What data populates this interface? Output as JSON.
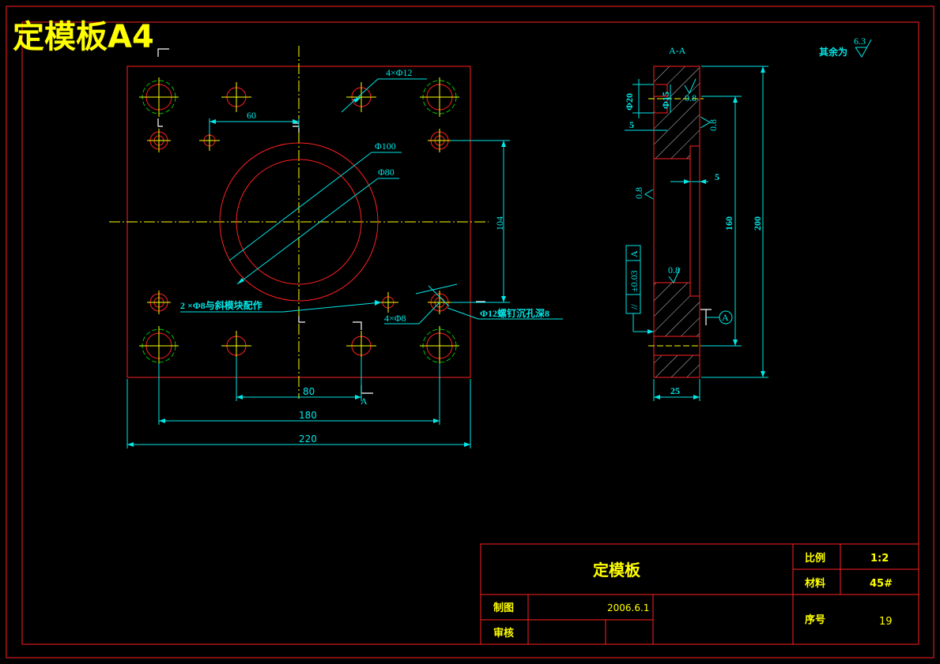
{
  "header": {
    "big_title": "定模板A4"
  },
  "front_view": {
    "dims": {
      "d60": "60",
      "d104": "104",
      "d80": "80",
      "d180": "180",
      "d220": "220"
    },
    "callouts": {
      "holes_4x12": "4×Φ12",
      "phi100": "Φ100",
      "phi80": "Φ80",
      "phi8_pair": "2 ×Φ8与斜模块配作",
      "holes_4x8": "4×Φ8",
      "screw_counterbore": "Φ12螺钉沉孔深8"
    },
    "section_marks": {
      "a_bottom": "A"
    }
  },
  "section_view": {
    "title": "A-A",
    "dims": {
      "phi20": "Φ20",
      "phi15": "Φ15",
      "d5_left": "5",
      "d5_right": "5",
      "d160": "160",
      "d200": "200",
      "d25": "25"
    },
    "roughness": {
      "r1": "0.8",
      "r2": "0.8",
      "r3": "0.8",
      "r4": "0.8"
    },
    "tolerance": {
      "symbol": "//",
      "value": "±0.03",
      "datum": "A"
    },
    "datum_label": "A"
  },
  "surface_note": {
    "label": "其余为",
    "value": "6.3"
  },
  "title_block": {
    "part_name": "定模板",
    "scale_label": "比例",
    "scale_value": "1:2",
    "material_label": "材料",
    "material_value": "45#",
    "drawn_label": "制图",
    "drawn_date": "2006.6.1",
    "check_label": "审核",
    "seq_label": "序号",
    "seq_value": "19"
  }
}
